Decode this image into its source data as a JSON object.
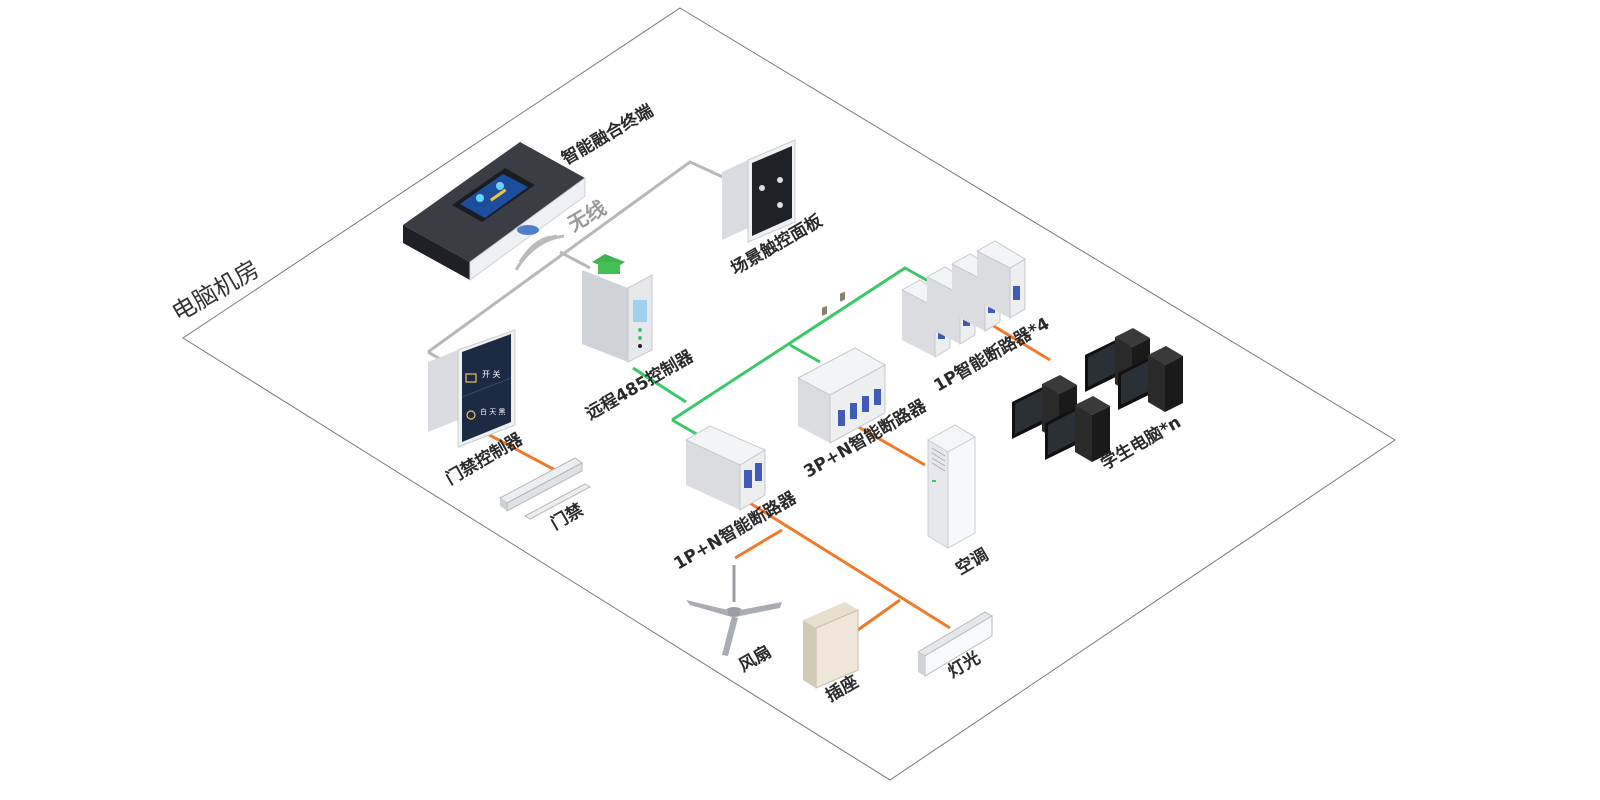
{
  "room_label": "电脑机房",
  "wireless_label": "无线",
  "devices": {
    "fusion_terminal": "智能融合终端",
    "scene_panel": "场景触控面板",
    "remote_controller": "远程485控制器",
    "door_controller": "门禁控制器",
    "door_lock": "门禁",
    "breaker_1pn": "1P+N智能断路器",
    "breaker_3pn": "3P+N智能断路器",
    "breaker_1p": "1P智能断路器*4",
    "student_pc": "学生电脑*n",
    "air_conditioner": "空调",
    "fan": "风扇",
    "socket": "插座",
    "light": "灯光"
  },
  "door_panel": {
    "key1": "开 关",
    "key2": "白 天 黑"
  },
  "colors": {
    "rs485_line": "#3cc76a",
    "power_line": "#ef7a2a",
    "data_line": "#b8b8b8",
    "floor_outline": "#7a7a7a",
    "screen_blue": "#1d4e9e"
  }
}
